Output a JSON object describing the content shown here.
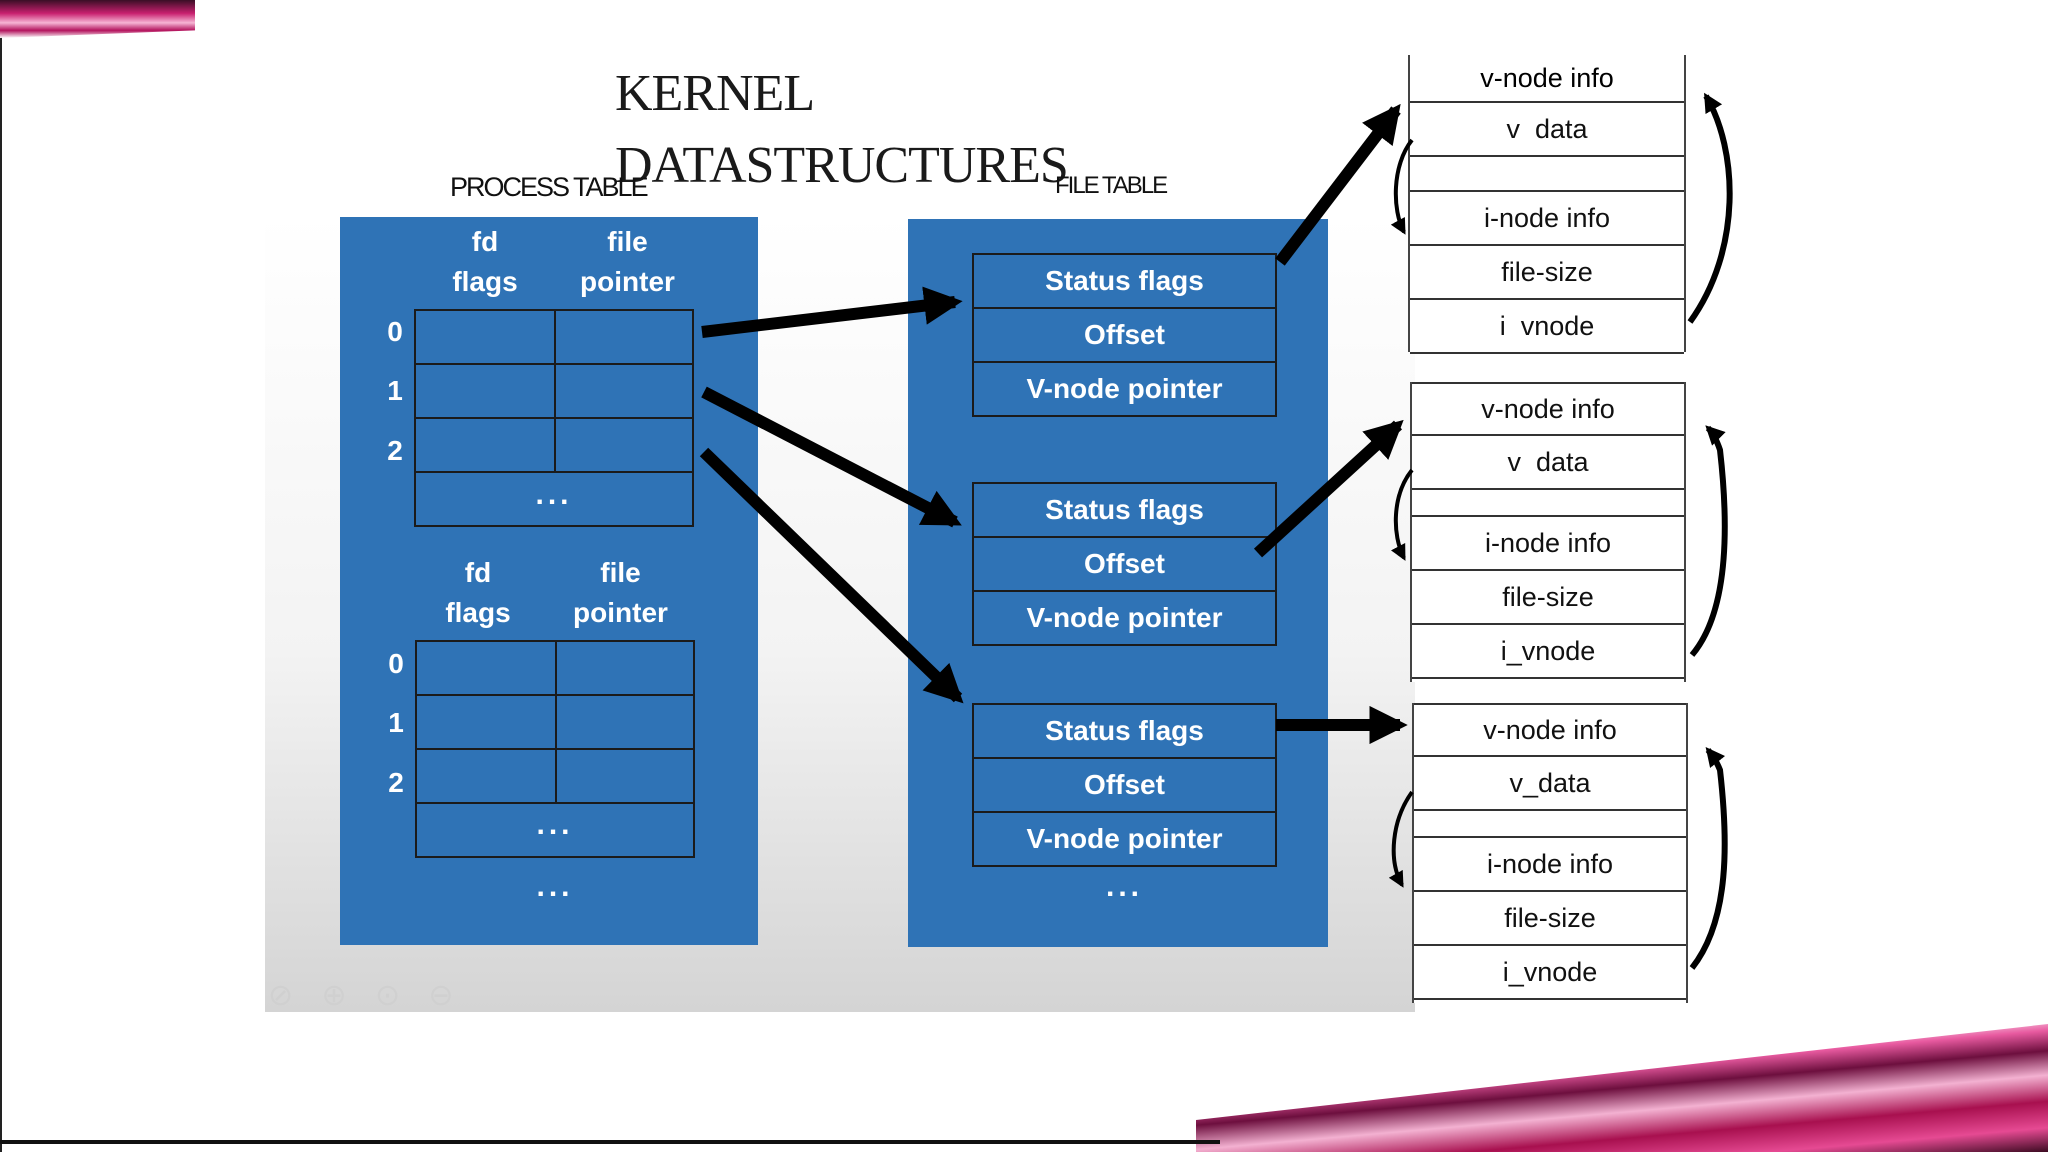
{
  "title": {
    "line1": "KERNEL",
    "line2": "DATASTRUCTURES"
  },
  "headers": {
    "process_table": "PROCESS TABLE",
    "file_table": "FILE TABLE"
  },
  "process_table": {
    "blocks": [
      {
        "col1": "fd\nflags",
        "col2": "file\npointer",
        "rows": [
          "0",
          "1",
          "2"
        ],
        "ellipsis": "..."
      },
      {
        "col1": "fd\nflags",
        "col2": "file\npointer",
        "rows": [
          "0",
          "1",
          "2"
        ],
        "ellipsis": "..."
      }
    ],
    "ellipsis": "..."
  },
  "file_table": {
    "entries": [
      [
        "Status flags",
        "Offset",
        "V-node pointer"
      ],
      [
        "Status flags",
        "Offset",
        "V-node pointer"
      ],
      [
        "Status flags",
        "Offset",
        "V-node pointer"
      ]
    ],
    "ellipsis": "..."
  },
  "vnode_tables": [
    [
      "v-node info",
      "v  data",
      "i-node info",
      "file-size",
      "i  vnode"
    ],
    [
      "v-node info",
      "v  data",
      "i-node info",
      "file-size",
      "i_vnode"
    ],
    [
      "v-node info",
      "v_data",
      "i-node info",
      "file-size",
      "i_vnode"
    ]
  ],
  "colors": {
    "panel": "#2f73b6",
    "arrow": "#000000",
    "accent_pink": "#c8206f"
  }
}
